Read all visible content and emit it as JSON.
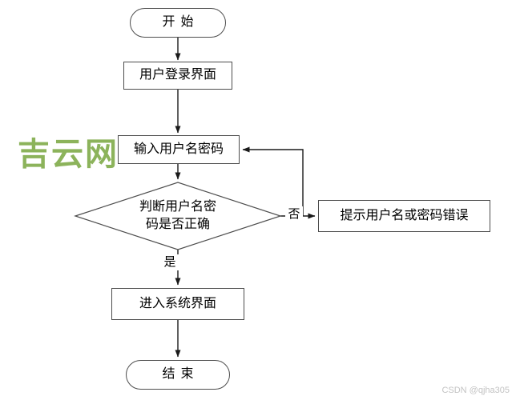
{
  "flowchart": {
    "nodes": {
      "start": {
        "label": "开始"
      },
      "login_ui": {
        "label": "用户登录界面"
      },
      "input_credentials": {
        "label": "输入用户名密码"
      },
      "decision": {
        "label_line1": "判断用户名密",
        "label_line2": "码是否正确"
      },
      "error_prompt": {
        "label": "提示用户名或密码错误"
      },
      "enter_system": {
        "label": "进入系统界面"
      },
      "end": {
        "label": "结束"
      }
    },
    "edge_labels": {
      "no": "否",
      "yes": "是"
    },
    "colors": {
      "node_border": "#4d4d4d",
      "line": "#1a1a1a",
      "watermark_green": "#7ca944"
    }
  },
  "watermarks": {
    "site": "吉云网",
    "csdn": "CSDN @qjha305"
  }
}
